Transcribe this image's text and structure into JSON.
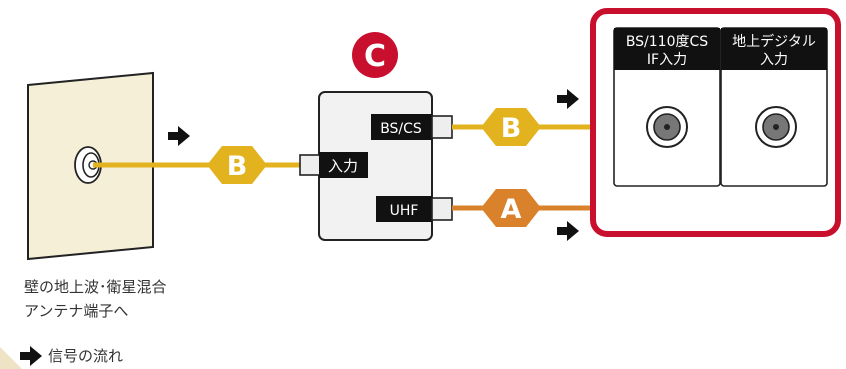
{
  "circle_badge": "C",
  "splitter": {
    "port_in": "入力",
    "port_bscs": "BS/CS",
    "port_uhf": "UHF"
  },
  "cables": {
    "b1": "B",
    "b2": "B",
    "a": "A"
  },
  "tv": {
    "col1_line1": "BS/110度CS",
    "col1_line2": "IF入力",
    "col2_line1": "地上デジタル",
    "col2_line2": "入力"
  },
  "wall_caption": [
    "壁の地上波･衛星混合",
    "アンテナ端子へ"
  ],
  "legend": "信号の流れ",
  "colors": {
    "accent_red": "#c8102e",
    "cable_yellow": "#e2b21f",
    "cable_orange": "#d9822b",
    "wall_fill": "#f6efd8",
    "box_fill": "#f2f2f2"
  }
}
